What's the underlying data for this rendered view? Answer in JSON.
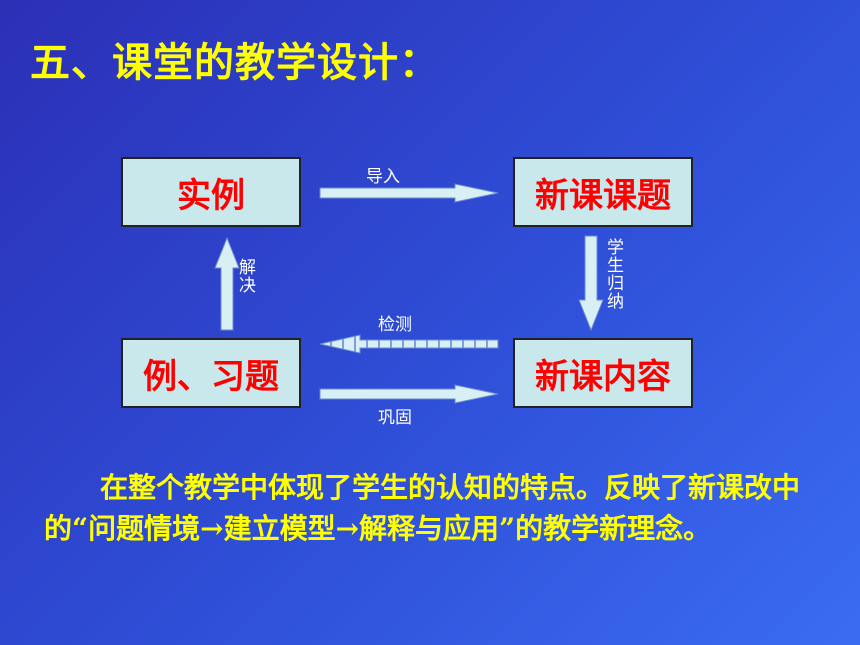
{
  "title": "五、课堂的教学设计：",
  "diagram": {
    "boxes": {
      "shili": "实例",
      "xinketi": "新课课题",
      "lixi": "例、习题",
      "neirong": "新课内容"
    },
    "arrow_labels": {
      "daoru": "导入",
      "guina": "学生归纳",
      "jiance": "检测",
      "gonggu": "巩固",
      "jiejue": "解决"
    }
  },
  "paragraph": "在整个教学中体现了学生的认知的特点。反映了新课改中的“问题情境→建立模型→解释与应用”的教学新理念。",
  "colors": {
    "title": "#ffff00",
    "box_text": "#ff0000",
    "box_fill": "#c8e8ec",
    "paragraph": "#ffff00",
    "arrow_fill": "#d8f0f4"
  }
}
